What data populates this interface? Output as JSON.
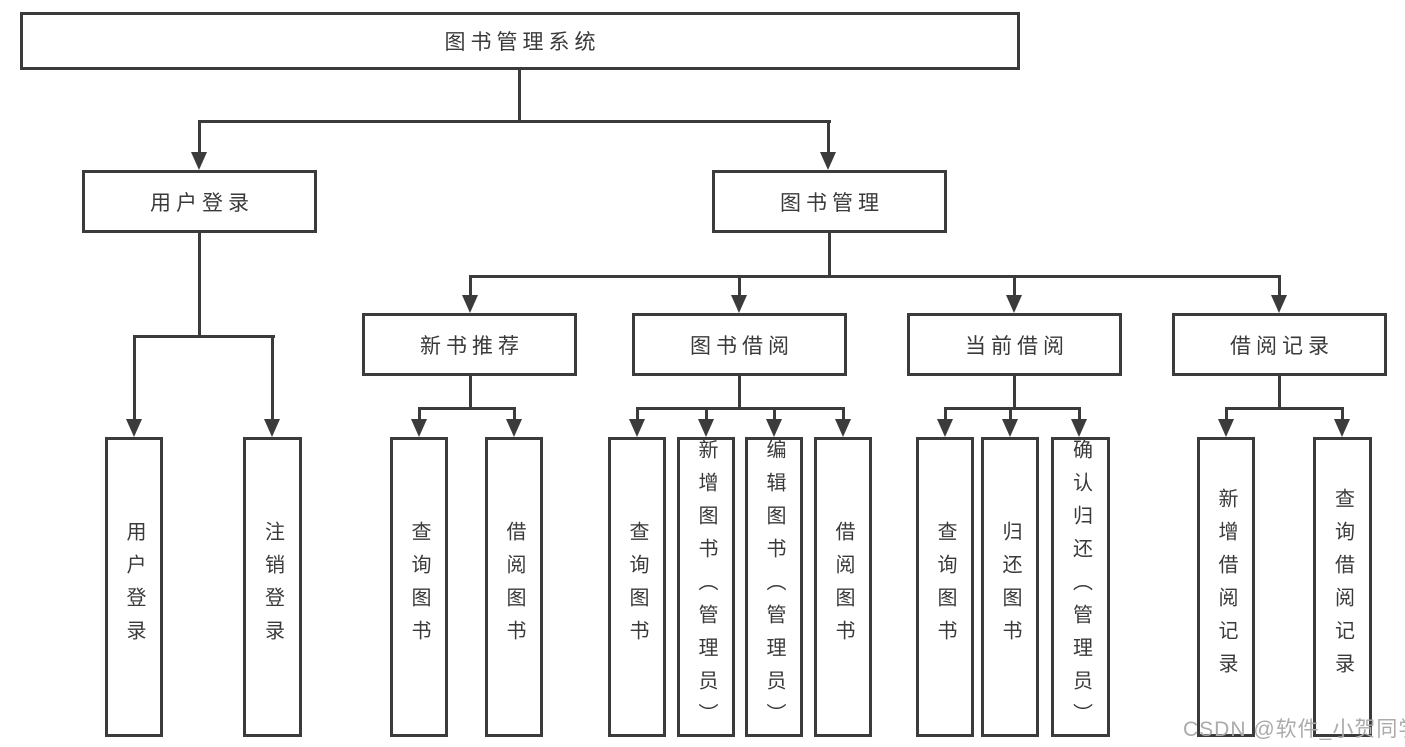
{
  "diagram": {
    "title": "图书管理系统",
    "branches": {
      "user_login": {
        "label": "用户登录",
        "children": [
          "用户登录",
          "注销登录"
        ]
      },
      "book_mgmt": {
        "label": "图书管理",
        "sections": {
          "recommend": {
            "label": "新书推荐",
            "children": [
              "查询图书",
              "借阅图书"
            ]
          },
          "borrow": {
            "label": "图书借阅",
            "children": [
              "查询图书",
              "新增图书（管理员）",
              "编辑图书（管理员）",
              "借阅图书"
            ]
          },
          "current": {
            "label": "当前借阅",
            "children": [
              "查询图书",
              "归还图书",
              "确认归还（管理员）"
            ]
          },
          "records": {
            "label": "借阅记录",
            "children": [
              "新增借阅记录",
              "查询借阅记录"
            ]
          }
        }
      }
    }
  },
  "watermark": {
    "text": "CSDN @软件_小贺同学"
  },
  "colors": {
    "line": "#3b3b3b",
    "text": "#3a3a3a",
    "watermark": "#ababab",
    "background": "#ffffff"
  }
}
